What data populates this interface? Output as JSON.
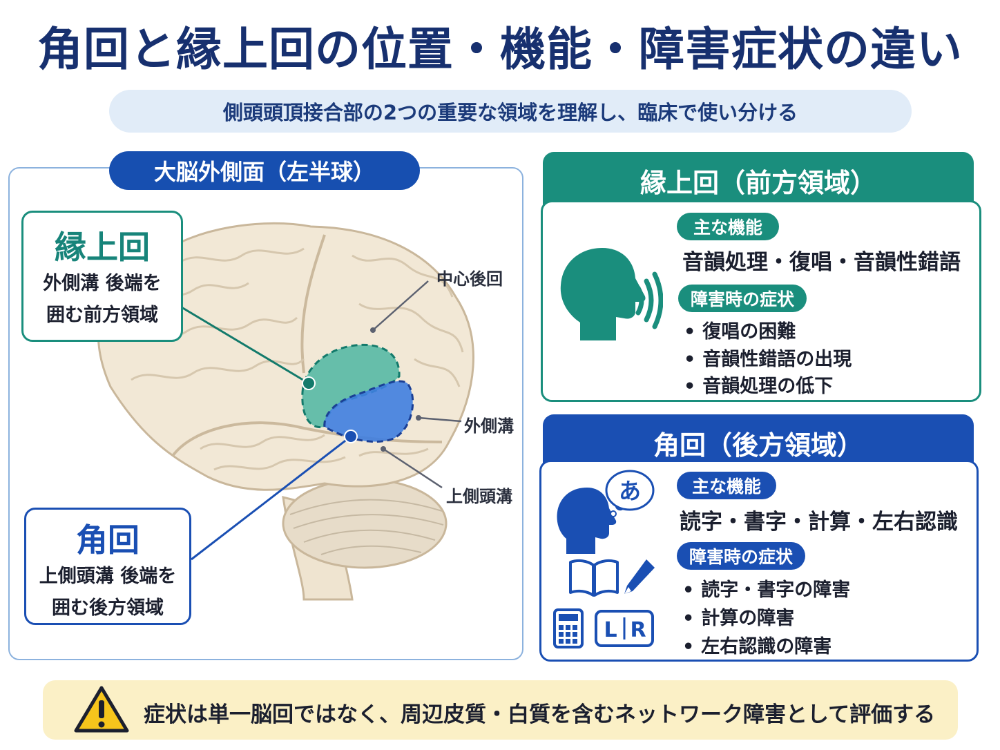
{
  "title": "角回と縁上回の位置・機能・障害症状の違い",
  "subtitle": "側頭頭頂接合部の2つの重要な領域を理解し、臨床で使い分ける",
  "left_panel": {
    "header": "大脳外側面（左半球）",
    "smg_callout": {
      "name": "縁上回",
      "desc_line1": "外側溝 後端を",
      "desc_line2": "囲む前方領域"
    },
    "ag_callout": {
      "name": "角回",
      "desc_line1": "上側頭溝 後端を",
      "desc_line2": "囲む後方領域"
    },
    "labels": {
      "postcentral": "中心後回",
      "lateral_sulcus": "外側溝",
      "superior_temporal_sulcus": "上側頭溝"
    }
  },
  "smg_panel": {
    "title": "縁上回（前方領域）",
    "function_label": "主な機能",
    "functions": "音韻処理・復唱・音韻性錯語",
    "symptom_label": "障害時の症状",
    "symptoms": [
      "復唱の困難",
      "音韻性錯語の出現",
      "音韻処理の低下"
    ],
    "icon": "speaking-head-icon"
  },
  "ag_panel": {
    "title": "角回（後方領域）",
    "function_label": "主な機能",
    "functions": "読字・書字・計算・左右認識",
    "symptom_label": "障害時の症状",
    "symptoms": [
      "読字・書字の障害",
      "計算の障害",
      "左右認識の障害"
    ],
    "thought_char": "あ",
    "lr_left": "L",
    "lr_right": "R",
    "icons": [
      "thinking-head-icon",
      "book-icon",
      "pencil-icon",
      "calculator-icon",
      "left-right-icon"
    ]
  },
  "warning": {
    "icon": "warning-icon",
    "text": "症状は単一脳回ではなく、周辺皮質・白質を含むネットワーク障害として評価する"
  },
  "colors": {
    "navy": "#17306f",
    "teal": "#1a8e7d",
    "blue": "#1a4fb3",
    "brain": "#f2e8d6",
    "warning_bg": "#fbf0c6"
  }
}
